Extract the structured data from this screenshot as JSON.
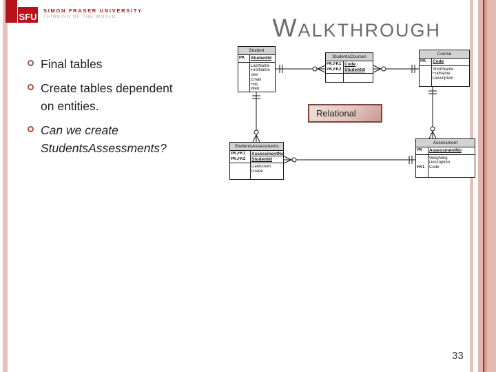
{
  "theme": {
    "sfu_red": "#b5121b",
    "logo_text_red": "#9b1c20",
    "tagline_gray": "#b3aaa5",
    "title_gray": "#6b6b6b",
    "bullet_ring": "#a3543c",
    "body_text": "#1f1f1f",
    "stripe_pink": "#e5c2bb",
    "stripe_pink2": "#e2b6ae",
    "stripe_pink3": "#e6bab2",
    "stripe_salmon": "#d99b91",
    "stripe_dark_red": "#8e362d",
    "table_header_bg": "#d2d2d2",
    "relational_border": "#7c453e"
  },
  "header": {
    "logo_box": "SFU",
    "university": "SIMON FRASER UNIVERSITY",
    "tagline": "THINKING OF THE WORLD",
    "title_first": "W",
    "title_rest": "ALKTHROUGH"
  },
  "bullets": [
    {
      "text": "Final tables",
      "italic": false
    },
    {
      "text": "Create tables dependent on entities.",
      "italic": false
    },
    {
      "text": "Can we create StudentsAssessments?",
      "italic": true
    }
  ],
  "diagram": {
    "label": "Relational",
    "tables": [
      {
        "name": "Student",
        "keys": [
          {
            "key": "PK",
            "field": "StudentId"
          }
        ],
        "attributes": [
          {
            "key": "",
            "field": "LastName"
          },
          {
            "key": "",
            "field": "FirstName"
          },
          {
            "key": "",
            "field": "Sex"
          },
          {
            "key": "",
            "field": "Email"
          },
          {
            "key": "",
            "field": "Hits"
          },
          {
            "key": "",
            "field": "Web"
          }
        ]
      },
      {
        "name": "StudentsCourses",
        "keys": [
          {
            "key": "PK,FK1",
            "field": "Code"
          },
          {
            "key": "PK,FK2",
            "field": "StudentId"
          }
        ],
        "attributes": []
      },
      {
        "name": "Course",
        "keys": [
          {
            "key": "PK",
            "field": "Code"
          }
        ],
        "attributes": [
          {
            "key": "",
            "field": "ShortName"
          },
          {
            "key": "",
            "field": "FullName"
          },
          {
            "key": "",
            "field": "Description"
          }
        ]
      },
      {
        "name": "StudentsAssessments",
        "keys": [
          {
            "key": "PK,FK1",
            "field": "AssessmentNo"
          },
          {
            "key": "PK,FK2",
            "field": "StudentId"
          }
        ],
        "attributes": [
          {
            "key": "",
            "field": "DateGiven"
          },
          {
            "key": "",
            "field": "Grade"
          }
        ]
      },
      {
        "name": "Assessment",
        "keys": [
          {
            "key": "PK",
            "field": "AssessmentNo"
          }
        ],
        "attributes": [
          {
            "key": "",
            "field": "Weighting"
          },
          {
            "key": "",
            "field": "Description"
          },
          {
            "key": "FK1",
            "field": "Code"
          }
        ]
      }
    ]
  },
  "footer": {
    "page_number": "33"
  }
}
